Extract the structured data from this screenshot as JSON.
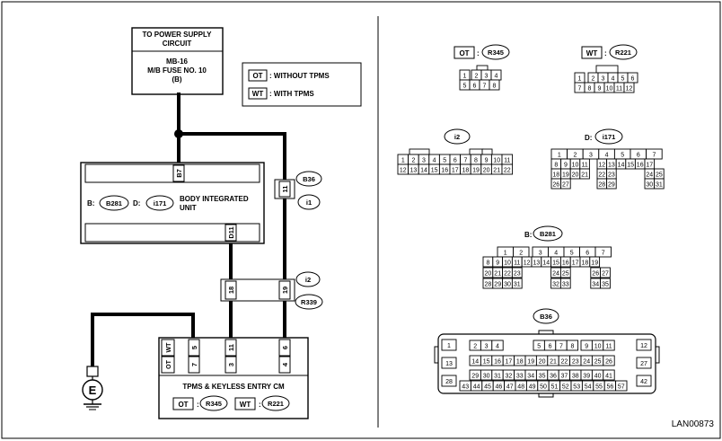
{
  "diagram_id": "LAN00873",
  "power_box": {
    "line1": "TO POWER SUPPLY",
    "line2": "CIRCUIT",
    "line3": "MB-16",
    "line4": "M/B FUSE NO. 10",
    "line5": "(B)"
  },
  "legend": {
    "ot_tag": "OT",
    "ot_text": ": WITHOUT TPMS",
    "wt_tag": "WT",
    "wt_text": ": WITH TPMS"
  },
  "body_unit": {
    "title_line1": "BODY INTEGRATED",
    "title_line2": "UNIT",
    "b_prefix": "B:",
    "b_connector": "B281",
    "d_prefix": "D:",
    "d_connector": "i171",
    "pin_top": "B7",
    "pin_bottom": "D11"
  },
  "junction_b36": {
    "connector": "B36",
    "pin": "11",
    "ref": "i1"
  },
  "junction_i2": {
    "connector": "i2",
    "pin_left": "18",
    "pin_right": "19",
    "ref": "R339"
  },
  "tpms_cm": {
    "title": "TPMS & KEYLESS ENTRY CM",
    "wt_tag": "WT",
    "ot_tag": "OT",
    "wt_pins": [
      "5",
      "11",
      "6"
    ],
    "ot_pins": [
      "7",
      "3",
      "4"
    ],
    "ot_label": "OT",
    "ot_conn": "R345",
    "wt_label": "WT",
    "wt_conn": "R221"
  },
  "ground": "E",
  "connector_views": {
    "r345": {
      "tag": "OT",
      "colon": ":",
      "name": "R345",
      "row1": [
        "1",
        "2",
        "3",
        "4"
      ],
      "row2": [
        "5",
        "6",
        "7",
        "8"
      ]
    },
    "r221": {
      "tag": "WT",
      "colon": ":",
      "name": "R221",
      "row1": [
        "1",
        "2",
        "3",
        "4",
        "5",
        "6"
      ],
      "row2": [
        "7",
        "8",
        "9",
        "10",
        "11",
        "12"
      ]
    },
    "i2": {
      "name": "i2",
      "row1": [
        "1",
        "2",
        "3",
        "4",
        "5",
        "6",
        "7",
        "8",
        "9",
        "10",
        "11"
      ],
      "row2": [
        "12",
        "13",
        "14",
        "15",
        "16",
        "17",
        "18",
        "19",
        "20",
        "21",
        "22"
      ]
    },
    "i171": {
      "prefix": "D:",
      "name": "i171",
      "row1": [
        "1",
        "2",
        "3",
        "4",
        "5",
        "6",
        "7"
      ],
      "row2": [
        "8",
        "9",
        "10",
        "11",
        "12",
        "13",
        "14",
        "15",
        "16",
        "17"
      ],
      "row3": [
        "18",
        "19",
        "20",
        "21",
        "22",
        "23",
        "24",
        "25"
      ],
      "row4": [
        "26",
        "27",
        "28",
        "29",
        "30",
        "31"
      ]
    },
    "b281": {
      "prefix": "B:",
      "name": "B281",
      "row1": [
        "1",
        "2",
        "3",
        "4",
        "5",
        "6",
        "7"
      ],
      "row2": [
        "8",
        "9",
        "10",
        "11",
        "12",
        "13",
        "14",
        "15",
        "16",
        "17",
        "18",
        "19"
      ],
      "row3": [
        "20",
        "21",
        "22",
        "23",
        "24",
        "25",
        "26",
        "27"
      ],
      "row4": [
        "28",
        "29",
        "30",
        "31",
        "32",
        "33",
        "34",
        "35"
      ]
    },
    "b36": {
      "name": "B36",
      "left": [
        "1",
        "13",
        "28"
      ],
      "right": [
        "12",
        "27",
        "42"
      ],
      "row1": [
        "2",
        "3",
        "4",
        "5",
        "6",
        "7",
        "8",
        "9",
        "10",
        "11"
      ],
      "row2": [
        "14",
        "15",
        "16",
        "17",
        "18",
        "19",
        "20",
        "21",
        "22",
        "23",
        "24",
        "25",
        "26"
      ],
      "row3": [
        "29",
        "30",
        "31",
        "32",
        "33",
        "34",
        "35",
        "36",
        "37",
        "38",
        "39",
        "40",
        "41"
      ],
      "row4": [
        "43",
        "44",
        "45",
        "46",
        "47",
        "48",
        "49",
        "50",
        "51",
        "52",
        "53",
        "54",
        "55",
        "56",
        "57"
      ]
    }
  }
}
